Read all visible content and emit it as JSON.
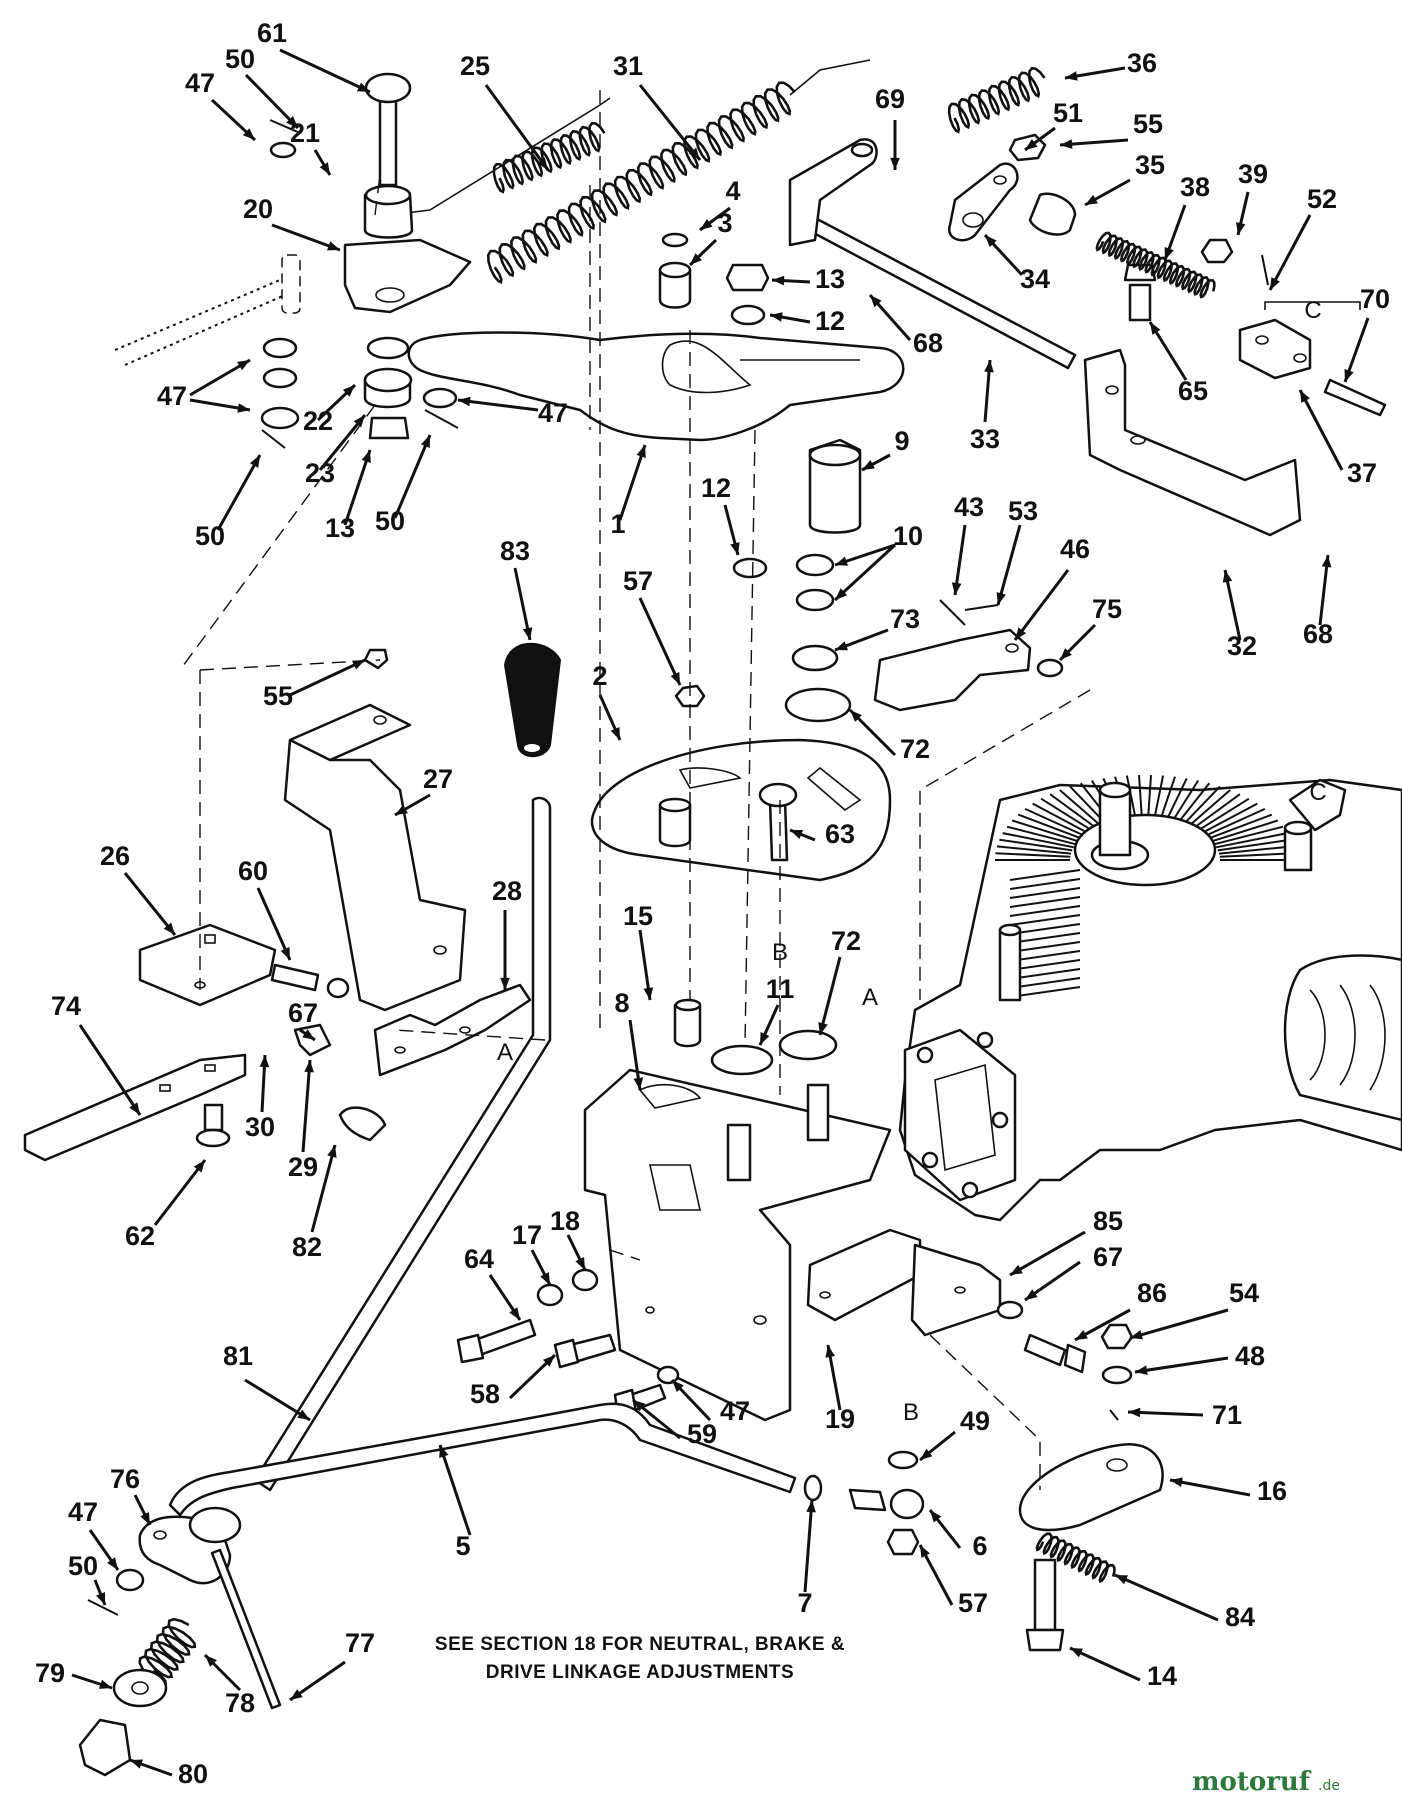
{
  "callouts": {
    "c1": "1",
    "c2": "2",
    "c3": "3",
    "c4": "4",
    "c5": "5",
    "c6": "6",
    "c7": "7",
    "c8": "8",
    "c9": "9",
    "c10": "10",
    "c11": "11",
    "c12a": "12",
    "c12b": "12",
    "c13a": "13",
    "c13b": "13",
    "c14": "14",
    "c15": "15",
    "c16": "16",
    "c17": "17",
    "c18": "18",
    "c19": "19",
    "c20": "20",
    "c21": "21",
    "c22": "22",
    "c23": "23",
    "c25": "25",
    "c26": "26",
    "c27": "27",
    "c28": "28",
    "c29": "29",
    "c30": "30",
    "c31": "31",
    "c32": "32",
    "c33": "33",
    "c34": "34",
    "c35": "35",
    "c36": "36",
    "c37": "37",
    "c38": "38",
    "c39": "39",
    "c43": "43",
    "c46": "46",
    "c47a": "47",
    "c47b": "47",
    "c47c": "47",
    "c47d": "47",
    "c47e": "47",
    "c48": "48",
    "c49": "49",
    "c50a": "50",
    "c50b": "50",
    "c50c": "50",
    "c50d": "50",
    "c51": "51",
    "c52": "52",
    "c53": "53",
    "c54": "54",
    "c55a": "55",
    "c55b": "55",
    "c57a": "57",
    "c57b": "57",
    "c58": "58",
    "c59": "59",
    "c60": "60",
    "c61": "61",
    "c62": "62",
    "c63": "63",
    "c64": "64",
    "c65": "65",
    "c67a": "67",
    "c67b": "67",
    "c68a": "68",
    "c68b": "68",
    "c69": "69",
    "c70": "70",
    "c71": "71",
    "c72a": "72",
    "c72b": "72",
    "c73": "73",
    "c74": "74",
    "c75": "75",
    "c76": "76",
    "c77": "77",
    "c78": "78",
    "c79": "79",
    "c80": "80",
    "c81": "81",
    "c82": "82",
    "c83": "83",
    "c84": "84",
    "c85": "85",
    "c86": "86"
  },
  "reference_letters": {
    "a1": "A",
    "a2": "A",
    "b1": "B",
    "b2": "B",
    "cc1": "C",
    "cc2": "C"
  },
  "note": {
    "line1": "SEE SECTION 18 FOR NEUTRAL, BRAKE &",
    "line2": "DRIVE LINKAGE ADJUSTMENTS"
  },
  "watermark": {
    "brand": "motoruf",
    "suffix": ".de"
  },
  "colors": {
    "ink": "#111111",
    "paper": "#ffffff",
    "watermark": "#2c7a3b"
  }
}
